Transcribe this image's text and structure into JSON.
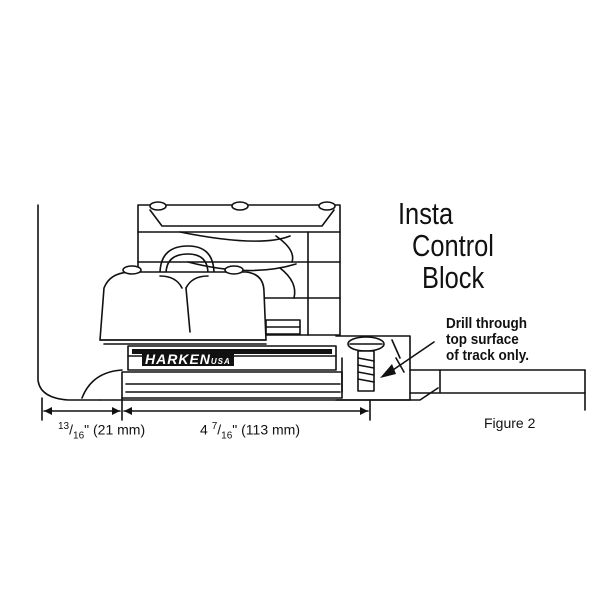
{
  "title": {
    "line1": "Insta",
    "line2": "Control",
    "line3": "Block"
  },
  "callout": {
    "line1": "Drill through",
    "line2": "top surface",
    "line3": "of track only."
  },
  "dimensions": {
    "left_num": "13",
    "left_den": "16",
    "left_rest": "\" (21 mm)",
    "right_whole": "4 ",
    "right_num": "7",
    "right_den": "16",
    "right_rest": "\" (113 mm)"
  },
  "figure_label": "Figure 2",
  "logo": {
    "brand": "HARKEN",
    "suffix": "USA"
  },
  "colors": {
    "ink": "#111111",
    "paper": "#ffffff",
    "shade": "#d8d8d8"
  }
}
